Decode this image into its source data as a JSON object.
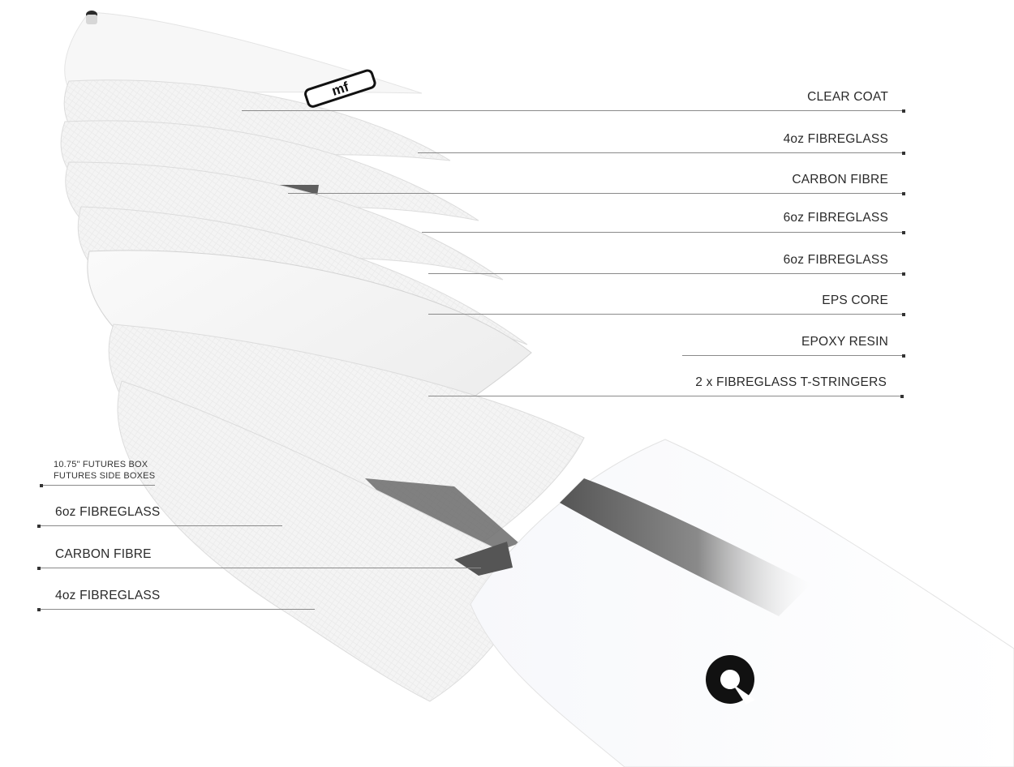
{
  "right_labels": [
    "CLEAR COAT",
    "4oz FIBREGLASS",
    "CARBON FIBRE",
    "6oz FIBREGLASS",
    "6oz FIBREGLASS",
    "EPS CORE",
    "EPOXY RESIN",
    "2 x  FIBREGLASS T-STRINGERS"
  ],
  "left_labels": {
    "fin_boxes": [
      "10.75\" FUTURES BOX",
      "FUTURES SIDE BOXES"
    ],
    "bottom_layers": [
      "6oz FIBREGLASS",
      "CARBON FIBRE",
      "4oz FIBREGLASS"
    ]
  },
  "logos": {
    "top_logo": "mf-logo-icon",
    "bottom_logo": "q-logo-icon"
  },
  "colors": {
    "carbon": "#5f5f5f",
    "leader": "#8a8a8a",
    "text": "#2a2a2a"
  }
}
